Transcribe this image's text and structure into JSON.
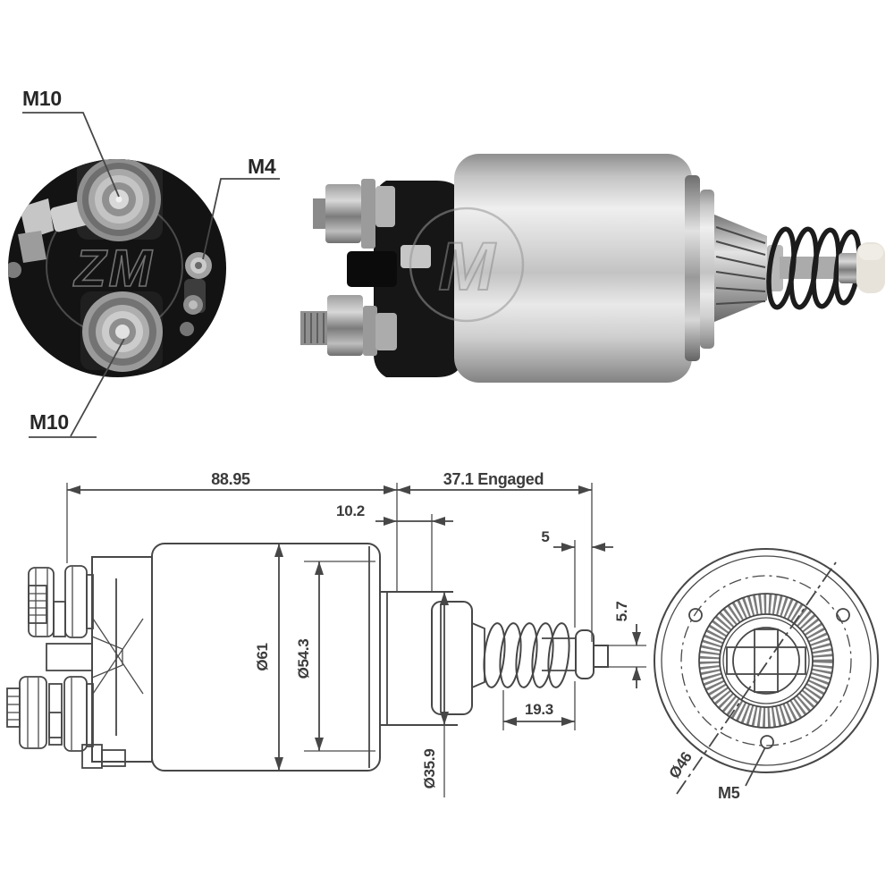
{
  "page": {
    "background": "#ffffff"
  },
  "colors": {
    "line": "#474747",
    "text": "#3b3b3b",
    "label": "#272727",
    "photo_black": "#161616",
    "photo_silver": "#cdcdcd",
    "tip_cream": "#e7e3da"
  },
  "terminal_view": {
    "labels": [
      {
        "id": "terminal-top",
        "text": "M10"
      },
      {
        "id": "terminal-side",
        "text": "M4"
      },
      {
        "id": "terminal-bottom",
        "text": "M10"
      }
    ],
    "watermark": "ZM"
  },
  "photo": {
    "watermark_letter": "M"
  },
  "dimensions": {
    "overall_length": "88.95",
    "engaged": "37.1 Engaged",
    "flange_width": "10.2",
    "tip_cap": "5",
    "tip_pin": "5.7",
    "body_dia": "Ø61",
    "cap_dia": "Ø54.3",
    "spring_len": "19.3",
    "neck_dia": "Ø35.9",
    "bolt_circle": "Ø46",
    "mount_thread": "M5"
  }
}
